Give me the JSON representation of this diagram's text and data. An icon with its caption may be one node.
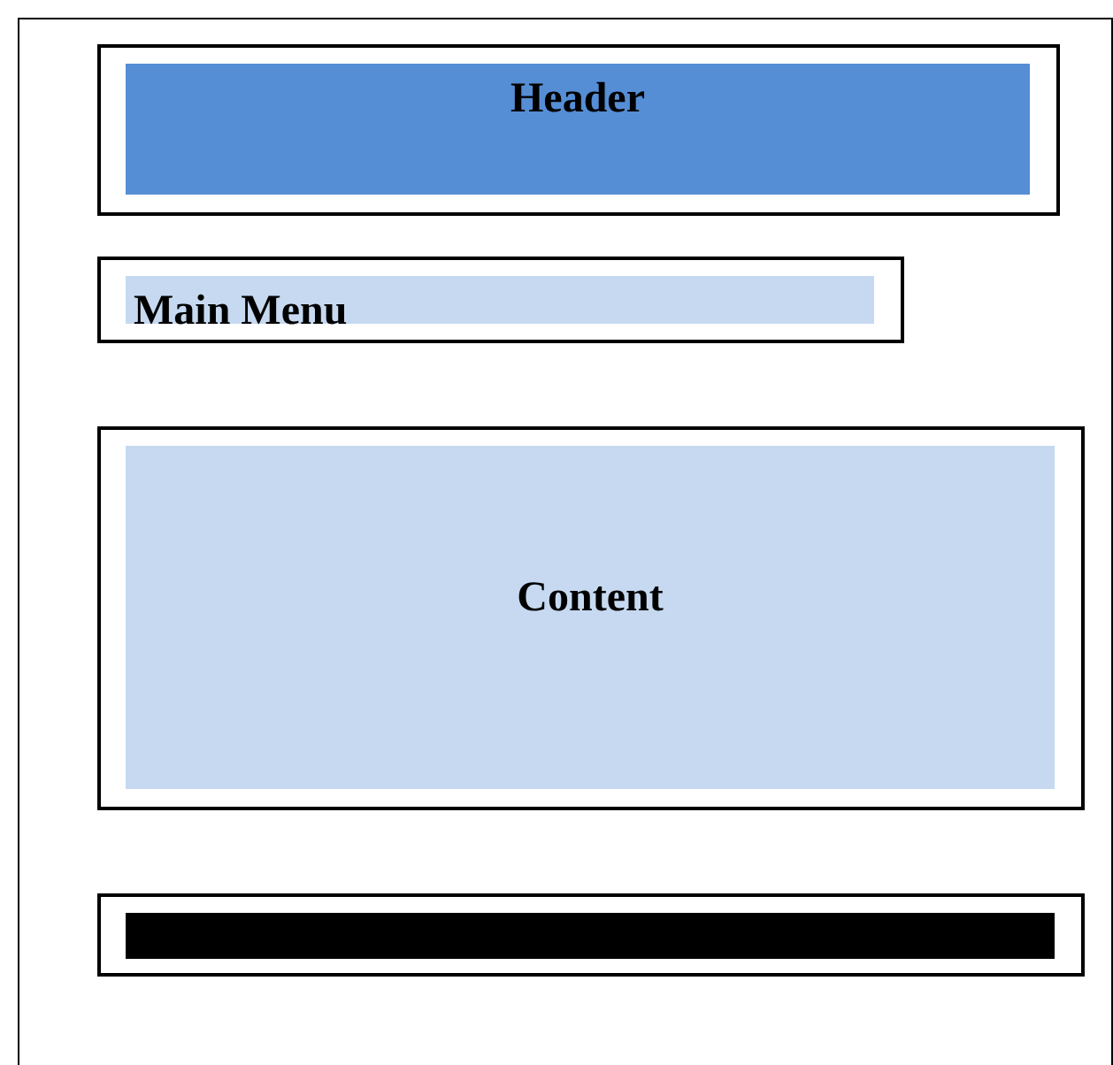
{
  "diagram": {
    "nodes": [
      {
        "text": [],
        "shape": "box"
      },
      {
        "text": [
          "Header"
        ],
        "in": 0
      },
      {
        "text": [
          "Main Menu"
        ],
        "in": 0
      },
      {
        "text": [
          "Content"
        ],
        "in": 0
      },
      {
        "text": [],
        "shape": "box",
        "in": 0
      }
    ]
  }
}
